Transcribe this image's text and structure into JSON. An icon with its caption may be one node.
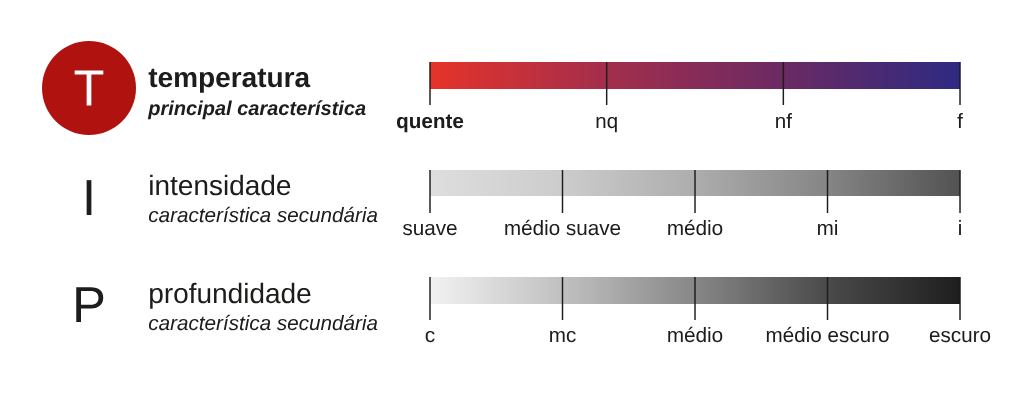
{
  "diagram": {
    "nodes": [
      {
        "text": [
          "T"
        ],
        "beside": [
          "temperatura",
          "principal característica"
        ]
      },
      {
        "text": [],
        "shape": "bar",
        "beside": [
          "quente",
          "nq",
          "nf",
          "f"
        ]
      },
      {
        "text": [],
        "shape": "bar",
        "beside": [
          "suave",
          "médio suave",
          "médio",
          "mi",
          "i"
        ]
      },
      {
        "text": [],
        "shape": "bar",
        "beside": [
          "c",
          "mc",
          "médio",
          "médio escuro",
          "escuro"
        ]
      }
    ],
    "labels": [
      "I",
      "intensidade",
      "característica secundária",
      "P",
      "profundidade",
      "característica secundária"
    ]
  }
}
